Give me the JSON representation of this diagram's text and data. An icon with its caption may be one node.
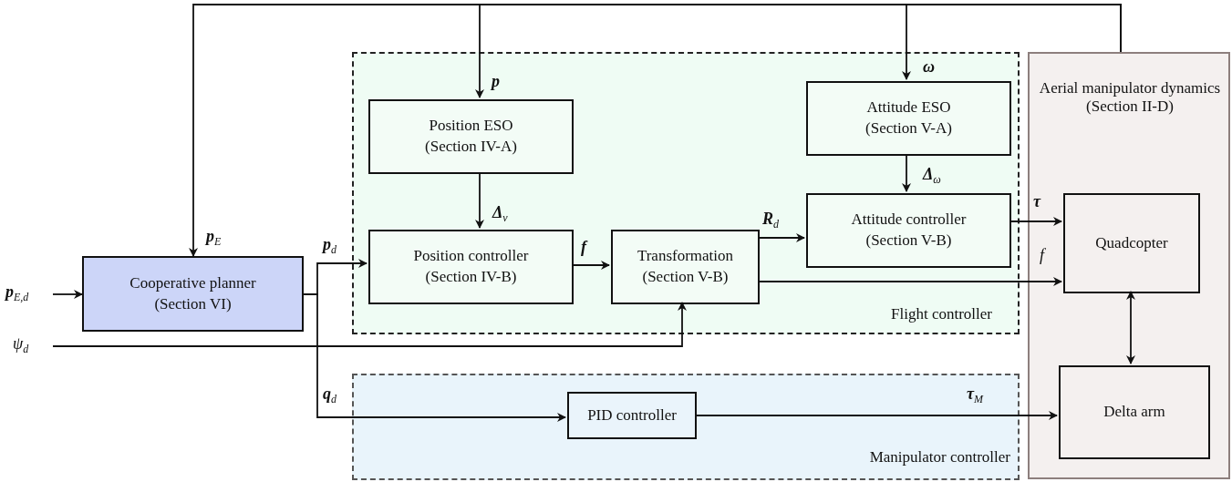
{
  "diagram": {
    "nodes": [
      {
        "text": [
          "Cooperative planner (Section VI)"
        ]
      },
      {
        "text": [
          "Flight controller"
        ]
      },
      {
        "text": [
          "Position ESO (Section IV-A)"
        ],
        "in": 1
      },
      {
        "text": [
          "Position controller (Section IV-B)"
        ],
        "in": 1
      },
      {
        "text": [
          "Transformation (Section V-B)"
        ],
        "in": 1
      },
      {
        "text": [
          "Attitude ESO (Section V-A)"
        ],
        "in": 1
      },
      {
        "text": [
          "Attitude controller (Section V-B)"
        ],
        "in": 1
      },
      {
        "text": [
          "Manipulator controller"
        ]
      },
      {
        "text": [
          "PID controller"
        ],
        "in": 7
      },
      {
        "text": [
          "Aerial manipulator dynamics (Section II-D)"
        ]
      },
      {
        "text": [
          "Quadcopter"
        ],
        "in": 9
      },
      {
        "text": [
          "Delta arm"
        ],
        "in": 9
      }
    ],
    "edges": [
      {
        "from": 9,
        "to": 0,
        "arrow": "to",
        "label": "**p**$_{E}$"
      },
      {
        "from": 9,
        "to": 2,
        "arrow": "to",
        "label": "**p**"
      },
      {
        "from": 9,
        "to": 5,
        "arrow": "to",
        "label": "**ω**"
      },
      {
        "from": null,
        "to": 0,
        "arrow": "to",
        "label": "**p**$_{E,d}$"
      },
      {
        "from": 0,
        "to": 3,
        "arrow": "to",
        "label": "**p**$_{d}$"
      },
      {
        "from": 0,
        "to": 8,
        "arrow": "to",
        "label": "**q**$_{d}$"
      },
      {
        "from": null,
        "to": 4,
        "arrow": "to",
        "label": "ψ$_{d}$"
      },
      {
        "from": 2,
        "to": 3,
        "arrow": "to",
        "label": "**Δ**$_{v}$"
      },
      {
        "from": 3,
        "to": 4,
        "arrow": "to",
        "label": "**f**"
      },
      {
        "from": 4,
        "to": 6,
        "arrow": "to",
        "label": "**R**$_{d}$"
      },
      {
        "from": 5,
        "to": 6,
        "arrow": "to",
        "label": "**Δ**$_{ω}$"
      },
      {
        "from": 6,
        "to": 10,
        "arrow": "to",
        "label": "**τ**"
      },
      {
        "from": 4,
        "to": 10,
        "arrow": "to",
        "label": "f"
      },
      {
        "from": 10,
        "to": 11,
        "arrow": "both"
      },
      {
        "from": 8,
        "to": 11,
        "arrow": "to",
        "label": "**τ**$_{M}$"
      }
    ]
  }
}
